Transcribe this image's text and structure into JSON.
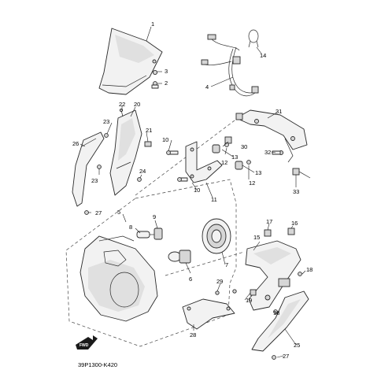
{
  "diagram_code": "39P1300-K420",
  "fwd_label": "FWD",
  "callouts": {
    "c1": "1",
    "c2": "2",
    "c3": "3",
    "c4": "4",
    "c5": "5",
    "c6": "6",
    "c7": "7",
    "c8": "8",
    "c9": "9",
    "c10a": "10",
    "c10b": "10",
    "c11": "11",
    "c12a": "12",
    "c12b": "12",
    "c13a": "13",
    "c13b": "13",
    "c14": "14",
    "c15": "15",
    "c16": "16",
    "c17": "17",
    "c18a": "18",
    "c18b": "18",
    "c19": "19",
    "c20": "20",
    "c21": "21",
    "c22": "22",
    "c23a": "23",
    "c23b": "23",
    "c24": "24",
    "c25": "25",
    "c26": "26",
    "c27a": "27",
    "c27b": "27",
    "c28": "28",
    "c29": "29",
    "c30": "30",
    "c31": "31",
    "c32": "32",
    "c33": "33"
  }
}
